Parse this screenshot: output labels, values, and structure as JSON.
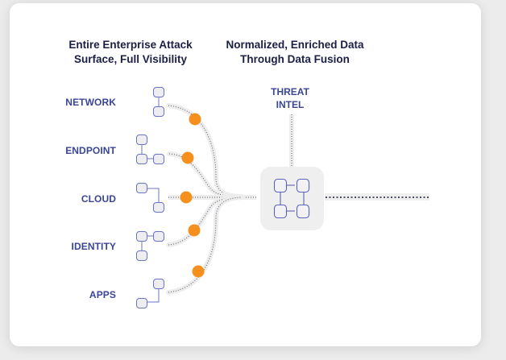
{
  "headings": {
    "left": "Entire Enterprise Attack\nSurface, Full Visibility",
    "right": "Normalized, Enriched Data\nThrough Data Fusion"
  },
  "sources": [
    {
      "label": "NETWORK",
      "icon": "vertical-two-node-icon"
    },
    {
      "label": "ENDPOINT",
      "icon": "l-shape-three-node-icon"
    },
    {
      "label": "CLOUD",
      "icon": "step-two-node-icon"
    },
    {
      "label": "IDENTITY",
      "icon": "t-shape-three-node-icon"
    },
    {
      "label": "APPS",
      "icon": "reverse-l-two-node-icon"
    }
  ],
  "threat_intel": {
    "label": "THREAT\nINTEL"
  },
  "hub": {
    "icon": "four-node-grid-icon"
  },
  "colors": {
    "heading": "#1c1f45",
    "label": "#3a4596",
    "node_stroke": "#6a74c2",
    "node_fill": "#eeeef2",
    "accent_dot": "#f5901f",
    "path_halo": "#ececec",
    "path_dots": "#5a5f70",
    "hub_bg": "#efefef"
  }
}
